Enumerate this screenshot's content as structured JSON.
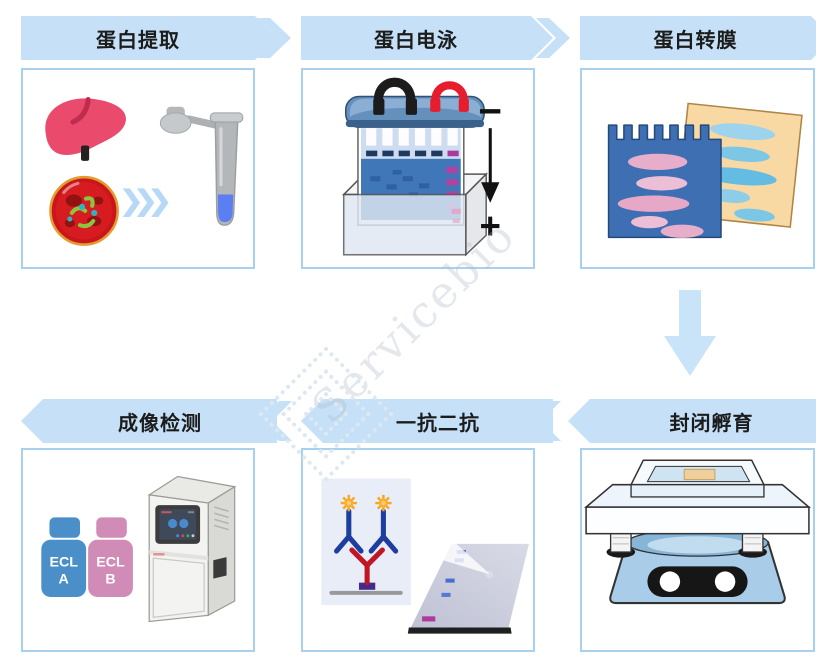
{
  "workflow": {
    "steps": [
      {
        "id": "extraction",
        "label": "蛋白提取"
      },
      {
        "id": "electrophoresis",
        "label": "蛋白电泳"
      },
      {
        "id": "transfer",
        "label": "蛋白转膜"
      },
      {
        "id": "blocking",
        "label": "封闭孵育"
      },
      {
        "id": "antibody",
        "label": "一抗二抗"
      },
      {
        "id": "imaging",
        "label": "成像检测"
      }
    ]
  },
  "electrophoresis_panel": {
    "minus_sign": "−",
    "plus_sign": "+"
  },
  "imaging_panel": {
    "ecl_a_line1": "ECL",
    "ecl_a_line2": "A",
    "ecl_b_line1": "ECL",
    "ecl_b_line2": "B"
  },
  "watermark": {
    "text": "Servicebio"
  },
  "icons": [
    "liver-icon",
    "petri-dish-icon",
    "triple-chevron-icon",
    "homogenizer-icon",
    "microtube-icon",
    "electrophoresis-cell-icon",
    "electrode-arrow-icon",
    "gel-icon",
    "membrane-icon",
    "down-arrow-icon",
    "shaker-icon",
    "antibody-complex-icon",
    "blot-plate-icon",
    "ecl-bottle-a-icon",
    "ecl-bottle-b-icon",
    "imager-machine-icon"
  ],
  "colors": {
    "banner_blue": "#c5e0f7",
    "panel_border": "#a8d0ef",
    "gel_blue": "#3e6fb2",
    "membrane_tan": "#f8d9a3",
    "ecl_a_blue": "#4a8fc7",
    "ecl_b_pink": "#d08cb6",
    "antibody_blue": "#1d3e9e",
    "antibody_red": "#c01522",
    "band_magenta": "#b0399b"
  }
}
